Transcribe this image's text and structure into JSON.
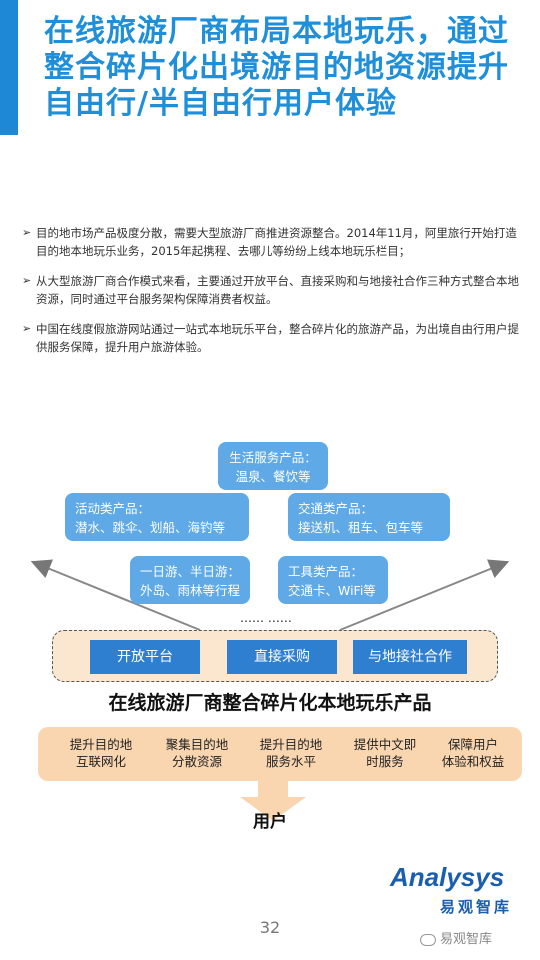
{
  "title": "在线旅游厂商布局本地玩乐，通过整合碎片化出境游目的地资源提升自由行/半自由行用户体验",
  "bullets": [
    "目的地市场产品极度分散，需要大型旅游厂商推进资源整合。2014年11月，阿里旅行开始打造目的地本地玩乐业务，2015年起携程、去哪儿等纷纷上线本地玩乐栏目；",
    "从大型旅游厂商合作模式来看，主要通过开放平台、直接采购和与地接社合作三种方式整合本地资源，同时通过平台服务架构保障消费者权益。",
    "中国在线度假旅游网站通过一站式本地玩乐平台，整合碎片化的旅游产品，为出境自由行用户提供服务保障，提升用户旅游体验。"
  ],
  "diagram": {
    "products": {
      "life": {
        "line1": "生活服务产品：",
        "line2": "温泉、餐饮等"
      },
      "activity": {
        "line1": "活动类产品：",
        "line2": "潜水、跳伞、划船、海钓等"
      },
      "transport": {
        "line1": "交通类产品：",
        "line2": "接送机、租车、包车等"
      },
      "daytrip": {
        "line1": "一日游、半日游：",
        "line2": "外岛、雨林等行程"
      },
      "tools": {
        "line1": "工具类产品：",
        "line2": "交通卡、WiFi等"
      }
    },
    "ellipsis": "…… ……",
    "platforms": [
      "开放平台",
      "直接采购",
      "与地接社合作"
    ],
    "product_title": "在线旅游厂商整合碎片化本地玩乐产品",
    "values": [
      {
        "line1": "提升目的地",
        "line2": "互联网化"
      },
      {
        "line1": "聚集目的地",
        "line2": "分散资源"
      },
      {
        "line1": "提升目的地",
        "line2": "服务水平"
      },
      {
        "line1": "提供中文即",
        "line2": "时服务"
      },
      {
        "line1": "保障用户",
        "line2": "体验和权益"
      }
    ],
    "user_label": "用户"
  },
  "logo": {
    "main": "Analysys",
    "sub": "易观智库"
  },
  "page_number": "32",
  "watermark": "易观智库",
  "colors": {
    "title_blue": "#1e8fd8",
    "box_blue": "#5ea9e6",
    "platform_blue": "#2f7fd0",
    "peach": "#f9d6b0"
  }
}
